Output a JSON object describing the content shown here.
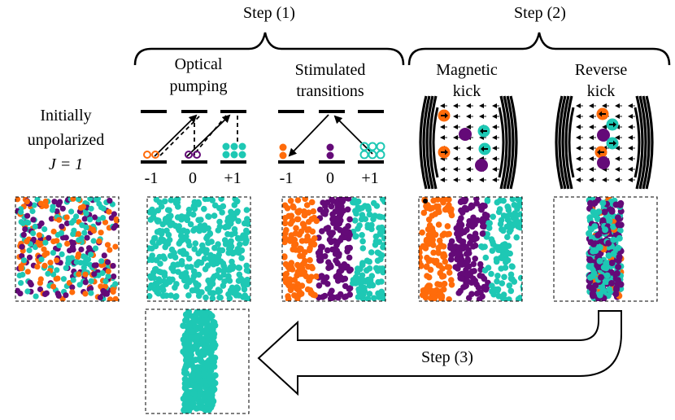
{
  "colors": {
    "orange": "#ff6b0a",
    "purple": "#640a78",
    "teal": "#1ec8b4",
    "ink": "#000000"
  },
  "steps": {
    "step1": "Step (1)",
    "step2": "Step (2)",
    "step3": "Step (3)"
  },
  "columns": {
    "initial": {
      "line1": "Initially",
      "line2": "unpolarized",
      "line3": "J = 1"
    },
    "optical": {
      "line1": "Optical",
      "line2": "pumping"
    },
    "stimulated": {
      "line1": "Stimulated",
      "line2": "transitions"
    },
    "magnetic": {
      "line1": "Magnetic",
      "line2": "kick"
    },
    "reverse": {
      "line1": "Reverse",
      "line2": "kick"
    }
  },
  "sublevels": [
    "-1",
    "0",
    "+1"
  ],
  "icons": [
    "right-arrow-icon",
    "left-arrow-icon",
    "magnetic-coil-icon"
  ]
}
